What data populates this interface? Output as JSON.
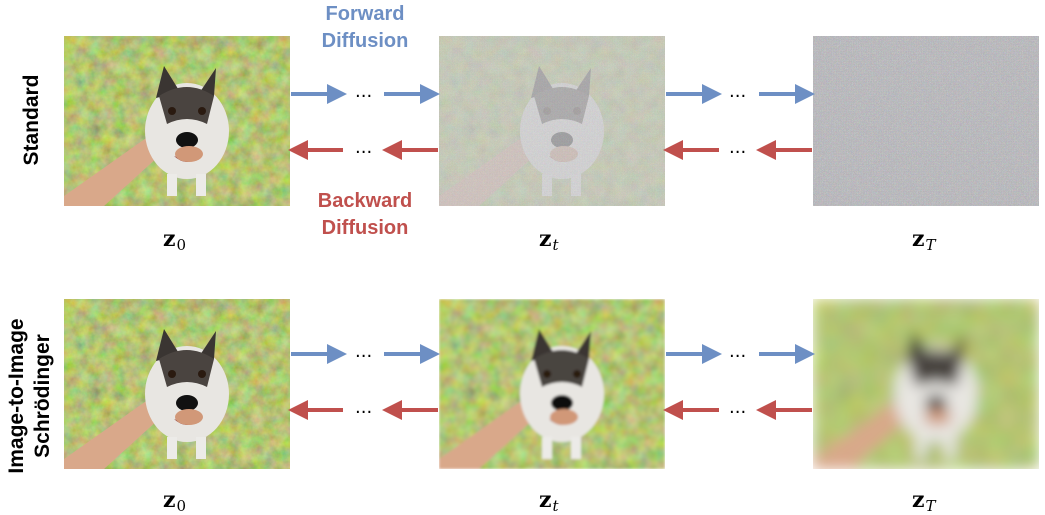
{
  "rows": [
    {
      "label": "Standard",
      "panels": [
        {
          "state": "clean image"
        },
        {
          "state": "partially noised image"
        },
        {
          "state": "pure noise"
        }
      ],
      "noise_level": [
        0,
        0.6,
        1.0
      ],
      "blur_level": [
        0,
        0,
        0
      ]
    },
    {
      "label_lines": [
        "Image-to-Image",
        "Schrödinger"
      ],
      "panels": [
        {
          "state": "clean image"
        },
        {
          "state": "slightly blurred image"
        },
        {
          "state": "heavily blurred image"
        }
      ],
      "noise_level": [
        0,
        0,
        0
      ],
      "blur_level": [
        0,
        0.15,
        1.0
      ]
    }
  ],
  "forward_label": [
    "Forward",
    "Diffusion"
  ],
  "backward_label": [
    "Backward",
    "Diffusion"
  ],
  "ellipsis": "...",
  "variables": [
    {
      "base": "z",
      "sub": "0"
    },
    {
      "base": "z",
      "sub": "t"
    },
    {
      "base": "z",
      "sub": "T"
    }
  ],
  "colors": {
    "forward": "#6d8fc4",
    "backward": "#c0504d",
    "grass": "#6b7a2c",
    "noise": "#8a8a8a"
  }
}
